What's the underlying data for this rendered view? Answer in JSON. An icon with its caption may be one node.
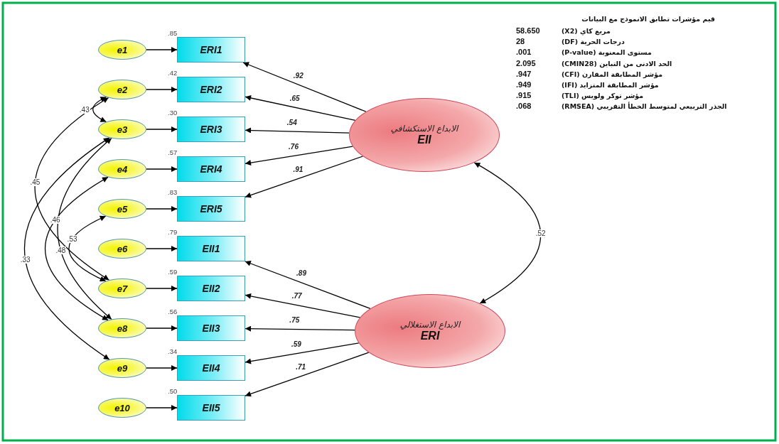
{
  "diagram": {
    "nodes": [
      {
        "text": [
          "e1"
        ]
      },
      {
        "text": [
          "e2"
        ]
      },
      {
        "text": [
          "e3"
        ]
      },
      {
        "text": [
          "e4"
        ]
      },
      {
        "text": [
          "e5"
        ]
      },
      {
        "text": [
          "e6"
        ]
      },
      {
        "text": [
          "e7"
        ]
      },
      {
        "text": [
          "e8"
        ]
      },
      {
        "text": [
          "e9"
        ]
      },
      {
        "text": [
          "e10"
        ]
      },
      {
        "text": [
          "ERI1"
        ],
        "beside": [
          ".85"
        ]
      },
      {
        "text": [
          "ERI2"
        ],
        "beside": [
          ".42"
        ]
      },
      {
        "text": [
          "ERI3"
        ],
        "beside": [
          ".30"
        ]
      },
      {
        "text": [
          "ERI4"
        ],
        "beside": [
          ".57"
        ]
      },
      {
        "text": [
          "ERI5"
        ],
        "beside": [
          ".83"
        ]
      },
      {
        "text": [
          "EII1"
        ],
        "beside": [
          ".79"
        ]
      },
      {
        "text": [
          "EII2"
        ],
        "beside": [
          ".59"
        ]
      },
      {
        "text": [
          "EII3"
        ],
        "beside": [
          ".56"
        ]
      },
      {
        "text": [
          "EII4"
        ],
        "beside": [
          ".34"
        ]
      },
      {
        "text": [
          "EII5"
        ],
        "beside": [
          ".50"
        ]
      },
      {
        "text": [
          "الابداع الاستكشافي",
          "EII"
        ]
      },
      {
        "text": [
          "الابداع الاستغلالي",
          "ERI"
        ]
      }
    ],
    "edges": [
      {
        "from": 0,
        "to": 10,
        "arrow": "to"
      },
      {
        "from": 1,
        "to": 11,
        "arrow": "to"
      },
      {
        "from": 2,
        "to": 12,
        "arrow": "to"
      },
      {
        "from": 3,
        "to": 13,
        "arrow": "to"
      },
      {
        "from": 4,
        "to": 14,
        "arrow": "to"
      },
      {
        "from": 5,
        "to": 15,
        "arrow": "to"
      },
      {
        "from": 6,
        "to": 16,
        "arrow": "to"
      },
      {
        "from": 7,
        "to": 17,
        "arrow": "to"
      },
      {
        "from": 8,
        "to": 18,
        "arrow": "to"
      },
      {
        "from": 9,
        "to": 19,
        "arrow": "to"
      },
      {
        "from": 20,
        "to": 10,
        "arrow": "to",
        "label": ".92"
      },
      {
        "from": 20,
        "to": 11,
        "arrow": "to",
        "label": ".65"
      },
      {
        "from": 20,
        "to": 12,
        "arrow": "to",
        "label": ".54"
      },
      {
        "from": 20,
        "to": 13,
        "arrow": "to",
        "label": ".76"
      },
      {
        "from": 20,
        "to": 14,
        "arrow": "to",
        "label": ".91"
      },
      {
        "from": 21,
        "to": 15,
        "arrow": "to",
        "label": ".89"
      },
      {
        "from": 21,
        "to": 16,
        "arrow": "to",
        "label": ".77"
      },
      {
        "from": 21,
        "to": 17,
        "arrow": "to",
        "label": ".75"
      },
      {
        "from": 21,
        "to": 18,
        "arrow": "to",
        "label": ".59"
      },
      {
        "from": 21,
        "to": 19,
        "arrow": "to",
        "label": ".71"
      },
      {
        "from": 20,
        "to": 21,
        "arrow": "both",
        "label": ".52"
      },
      {
        "from": 1,
        "to": 2,
        "arrow": "both",
        "label": ".43"
      },
      {
        "from": 1,
        "to": 6,
        "arrow": "both",
        "label": ".45"
      },
      {
        "from": 3,
        "to": 7,
        "arrow": "both",
        "label": ".46"
      },
      {
        "from": 2,
        "to": 7,
        "arrow": "both",
        "label": ".48"
      },
      {
        "from": 4,
        "to": 6,
        "arrow": "both",
        "label": ".53"
      },
      {
        "from": 2,
        "to": 8,
        "arrow": "both",
        "label": ".33"
      }
    ],
    "labels": [
      "قيم مؤشرات تطابق الانموذج مع البيانات",
      "58.650",
      "مربع كاي (X2)",
      "28",
      "درجات الحرية (DF)",
      ".001",
      "مستوى المعنوية (P-value)",
      "2.095",
      "الحد الادنى من التباين (CMIN28)",
      ".947",
      "مؤشر المطابقة المقارن (CFI)",
      ".949",
      "مؤشر المطابقة المتزايد (IFI)",
      ".915",
      "مؤشر توكر ولويس (TLI)",
      ".068",
      "الجذر التربيعي لمتوسط الخطأ التقريبي (RMSEA)"
    ]
  }
}
